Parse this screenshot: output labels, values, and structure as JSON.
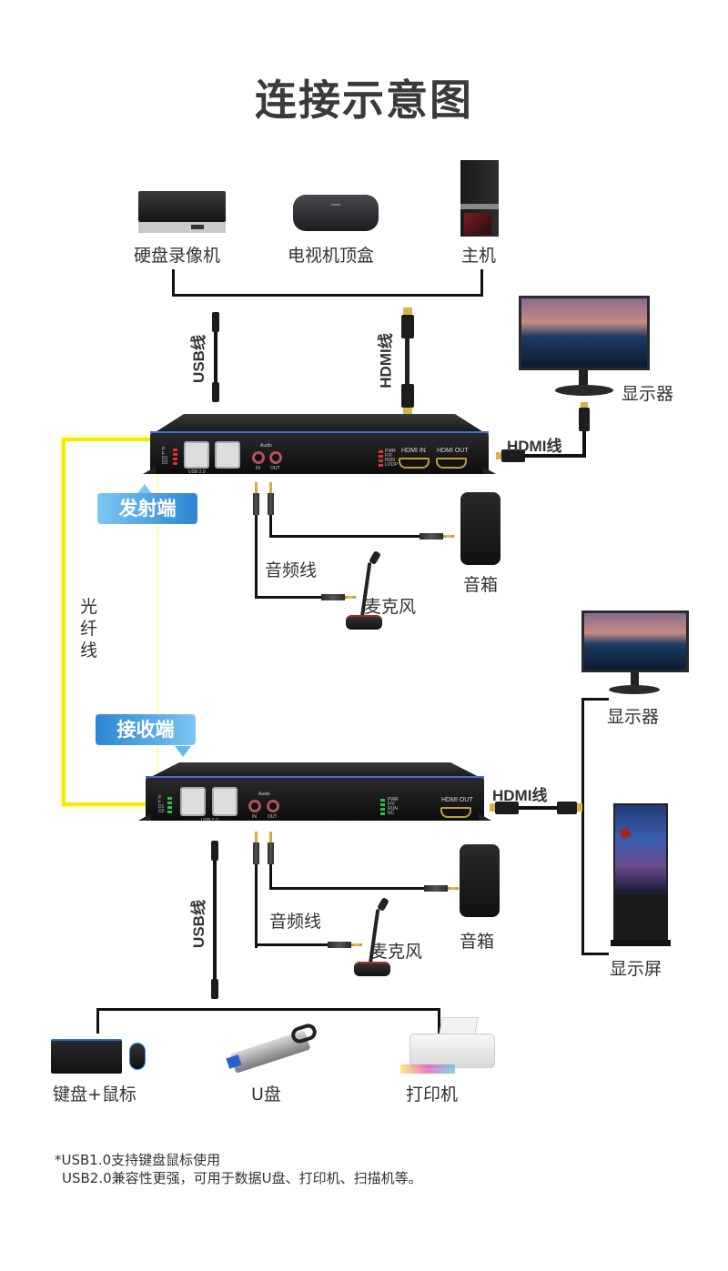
{
  "title": "连接示意图",
  "sources": {
    "items": [
      {
        "label": "硬盘录像机",
        "icon": "nvr-icon"
      },
      {
        "label": "电视机顶盒",
        "icon": "set-top-box-icon"
      },
      {
        "label": "主机",
        "icon": "desktop-pc-icon"
      }
    ]
  },
  "transmitter": {
    "badge": "发射端",
    "usb_cable_label": "USB线",
    "hdmi_in_cable_label": "HDMI线",
    "hdmi_out_cable_label": "HDMI线",
    "monitor_label": "显示器",
    "audio_cable_label": "音频线",
    "speaker_label": "音箱",
    "mic_label": "麦克风",
    "panel": {
      "leds_left": [
        "P",
        "F",
        "D1",
        "D2"
      ],
      "usb_label": "USB 2.0",
      "audio_label": "Audio",
      "audio_in": "IN",
      "audio_out": "OUT",
      "leds_right": [
        "PWR",
        "F/V",
        "RUN",
        "LOOP"
      ],
      "hdmi_in": "HDMI IN",
      "hdmi_out": "HDMI OUT"
    }
  },
  "fiber_label": [
    "光",
    "纤",
    "线"
  ],
  "receiver": {
    "badge": "接收端",
    "hdmi_cable_label": "HDMI线",
    "monitor_label": "显示器",
    "display_label": "显示屏",
    "audio_cable_label": "音频线",
    "speaker_label": "音箱",
    "mic_label": "麦克风",
    "usb_cable_label": "USB线",
    "panel": {
      "leds_left": [
        "P",
        "F",
        "D1",
        "D2"
      ],
      "usb_label": "USB 2.0",
      "audio_label": "Audio",
      "audio_in": "IN",
      "audio_out": "OUT",
      "leds_right": [
        "PWR",
        "F/V",
        "RUN",
        "NC"
      ],
      "hdmi_out": "HDMI OUT"
    }
  },
  "peripherals": {
    "items": [
      {
        "label": "键盘+鼠标",
        "icon": "keyboard-mouse-icon"
      },
      {
        "label": "U盘",
        "icon": "usb-drive-icon"
      },
      {
        "label": "打印机",
        "icon": "printer-icon"
      }
    ]
  },
  "footnote": {
    "line1": "*USB1.0支持键盘鼠标使用",
    "line2": "USB2.0兼容性更强，可用于数据U盘、打印机、扫描机等。"
  },
  "colors": {
    "fiber": "#f7ec00",
    "badge_light": "#7cc6f3",
    "badge_dark": "#2b86d4",
    "cable": "#111111",
    "led_tx": "#e03030",
    "led_rx": "#2fbf3f"
  }
}
